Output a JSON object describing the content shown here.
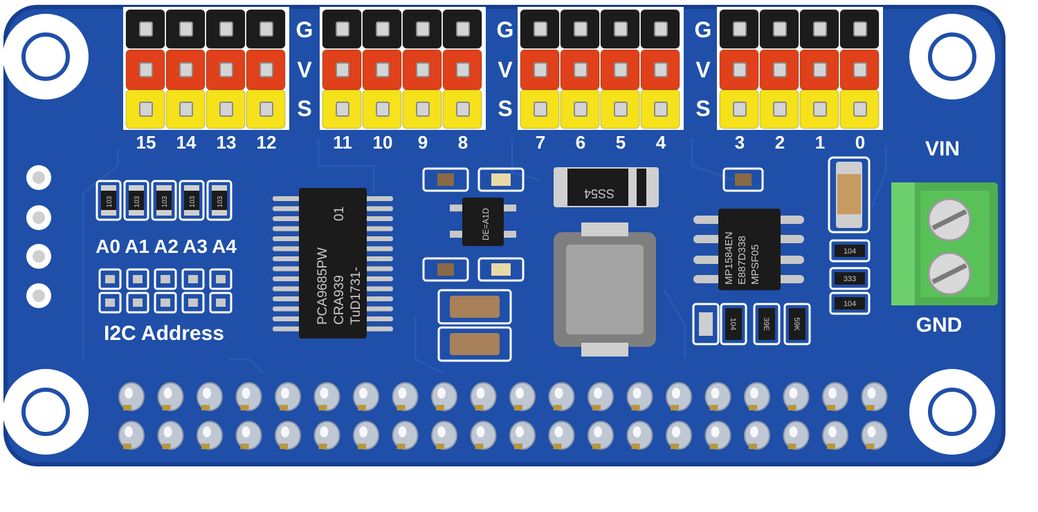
{
  "board": {
    "colors": {
      "pcb": "#1f4fa8",
      "pcb_edge": "#163f8f",
      "silkscreen": "#ffffff",
      "pin_black": "#1c1c1c",
      "pin_red": "#e0401a",
      "pin_yellow": "#f5e21a",
      "terminal_green": "#58c158"
    },
    "row_labels": [
      "G",
      "V",
      "S"
    ],
    "channels": [
      "15",
      "14",
      "13",
      "12",
      "11",
      "10",
      "9",
      "8",
      "7",
      "6",
      "5",
      "4",
      "3",
      "2",
      "1",
      "0"
    ],
    "address_labels": [
      "A0",
      "A1",
      "A2",
      "A3",
      "A4"
    ],
    "address_title": "I2C Address",
    "power_labels": {
      "vin": "VIN",
      "gnd": "GND"
    },
    "resistor_codes": [
      "103",
      "103",
      "103",
      "103",
      "103"
    ],
    "chips": {
      "pwm_driver": {
        "line1": "PCA9685PW",
        "line2": "CRA939",
        "line3": "TuD1731-",
        "mark": "01"
      },
      "diode": "SS54",
      "regulator": {
        "line1": "MP1584EN",
        "line2": "E887D338",
        "line3": "MPSF05"
      },
      "sot": "DE=A1D"
    },
    "small_parts": [
      "104",
      "333",
      "104",
      "104",
      "39E",
      "59K"
    ],
    "header_pin_count": 40
  }
}
